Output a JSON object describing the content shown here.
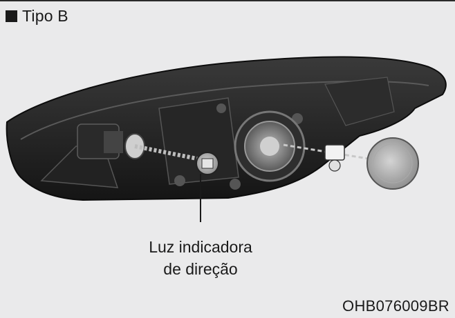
{
  "header": {
    "label": "Tipo B"
  },
  "callout": {
    "line1": "Luz indicadora",
    "line2": "de direção"
  },
  "figure_code": "OHB076009BR",
  "icons": {
    "marker": "black-square-icon"
  }
}
